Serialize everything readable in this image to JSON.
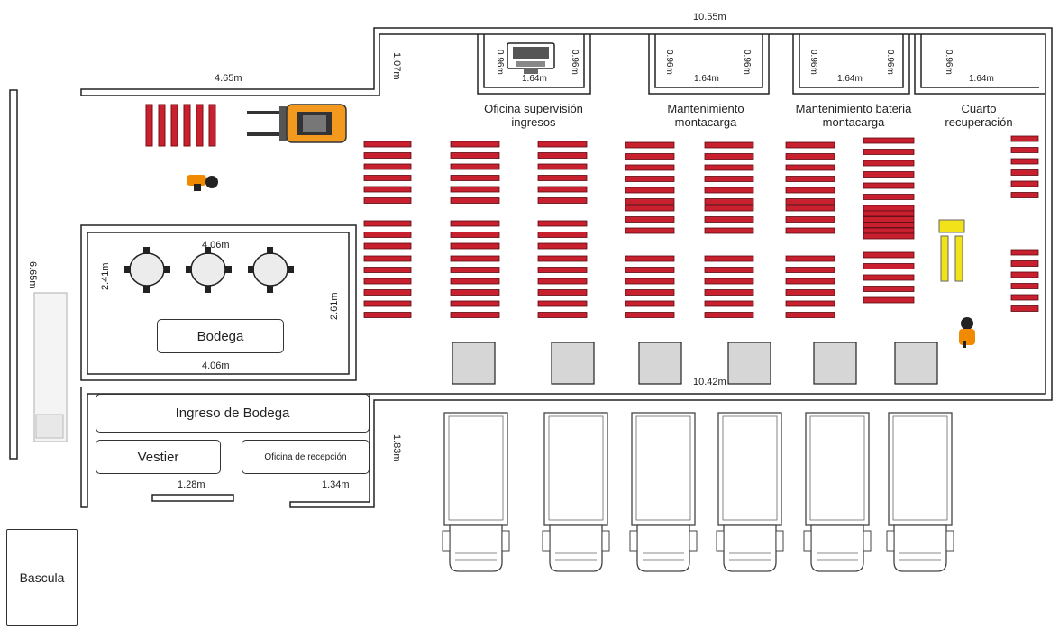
{
  "dimensions": {
    "top_total": "10.55m",
    "left_top_wall": "4.65m",
    "notch": "1.07m",
    "left_height": "6.65m",
    "bodega_top": "4.06m",
    "bodega_bottom": "4.06m",
    "bodega_left": "2.41m",
    "bodega_right": "2.61m",
    "bottom_wall": "10.42m",
    "dock_height": "1.83m",
    "vestier_door": "1.28m",
    "recepcion_door": "1.34m",
    "office_side": "0.96m",
    "office_width": "1.64m"
  },
  "rooms": {
    "supervision": "Oficina supervisión ingresos",
    "mant_montacarga": "Mantenimiento montacarga",
    "mant_bateria": "Mantenimiento bateria montacarga",
    "cuarto": "Cuarto recuperación"
  },
  "areas": {
    "bodega": "Bodega",
    "ingreso_bodega": "Ingreso de Bodega",
    "vestier": "Vestier",
    "oficina_recepcion": "Oficina de recepción",
    "bascula": "Bascula"
  },
  "colors": {
    "rack": "#c8202e",
    "wall": "#222222",
    "dock": "#d6d6d6",
    "forklift": "#f39a1e",
    "pallet_jack": "#f2e21a",
    "worker": "#f08a00"
  },
  "icons": [
    "forklift-icon",
    "worker-icon",
    "pallet-jack-icon",
    "computer-icon",
    "truck-icon",
    "round-table-icon"
  ]
}
